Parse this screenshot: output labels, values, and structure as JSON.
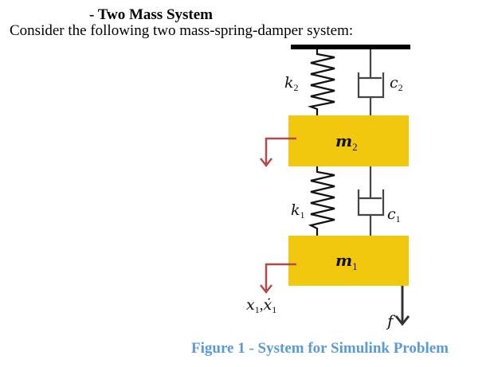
{
  "document": {
    "heading": "- Two Mass System",
    "intro": "Consider the following two mass-spring-damper system:",
    "caption": "Figure 1 - System for Simulink Problem"
  },
  "figure": {
    "colors": {
      "mass": "#f2c80f",
      "ground": "#000000",
      "spring": "#111111",
      "damper": "#444444",
      "displacement_arrow": "#b24a4a",
      "force_arrow": "#333333",
      "caption": "#5b9bd5"
    },
    "labels": {
      "k2": {
        "symbol": "k",
        "sub": "2"
      },
      "c2": {
        "symbol": "c",
        "sub": "2"
      },
      "m2": {
        "symbol": "m",
        "sub": "2"
      },
      "k1": {
        "symbol": "k",
        "sub": "1"
      },
      "c1": {
        "symbol": "c",
        "sub": "1"
      },
      "m1": {
        "symbol": "m",
        "sub": "1"
      },
      "x1": {
        "symbol": "x",
        "sub": "1"
      },
      "x1dot": {
        "symbol": "ẋ",
        "sub": "1"
      },
      "separator": ",",
      "force": "f"
    }
  }
}
